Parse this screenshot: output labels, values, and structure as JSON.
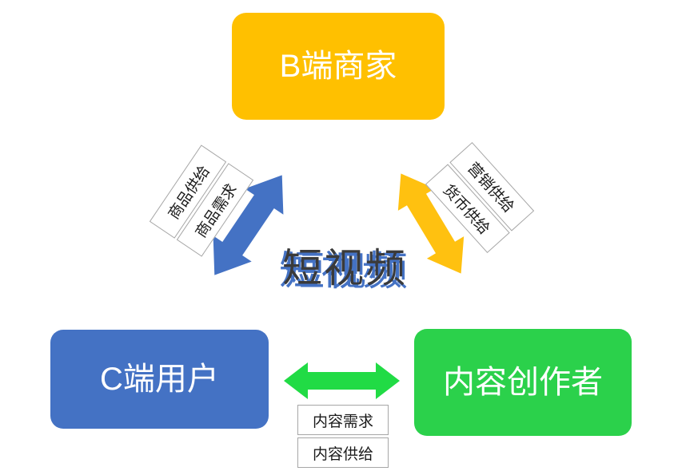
{
  "diagram": {
    "background": "#FFFFFF",
    "center": {
      "label": "短视频",
      "text_color": "#3A3A3A",
      "shadow_color": "#4472C4"
    },
    "nodes": {
      "b_merchants": {
        "label": "B端商家",
        "bg": "#FFC000",
        "text_color": "#FFFFFF"
      },
      "c_users": {
        "label": "C端用户",
        "bg": "#4472C4",
        "text_color": "#FFFFFF"
      },
      "creators": {
        "label": "内容创作者",
        "bg": "#2BD14B",
        "text_color": "#FFFFFF"
      }
    },
    "edges": {
      "merchants_users": {
        "color": "#4472C4",
        "labels": [
          "商品供给",
          "商品需求"
        ]
      },
      "merchants_creators": {
        "color": "#FFC110",
        "labels": [
          "营销供给",
          "货币供给"
        ]
      },
      "users_creators": {
        "color": "#21DB45",
        "labels": [
          "内容需求",
          "内容供给"
        ]
      }
    },
    "tag_style": {
      "bg": "#FFFFFF",
      "border": "#A6A6A6",
      "text_color": "#1A1A1A"
    }
  }
}
